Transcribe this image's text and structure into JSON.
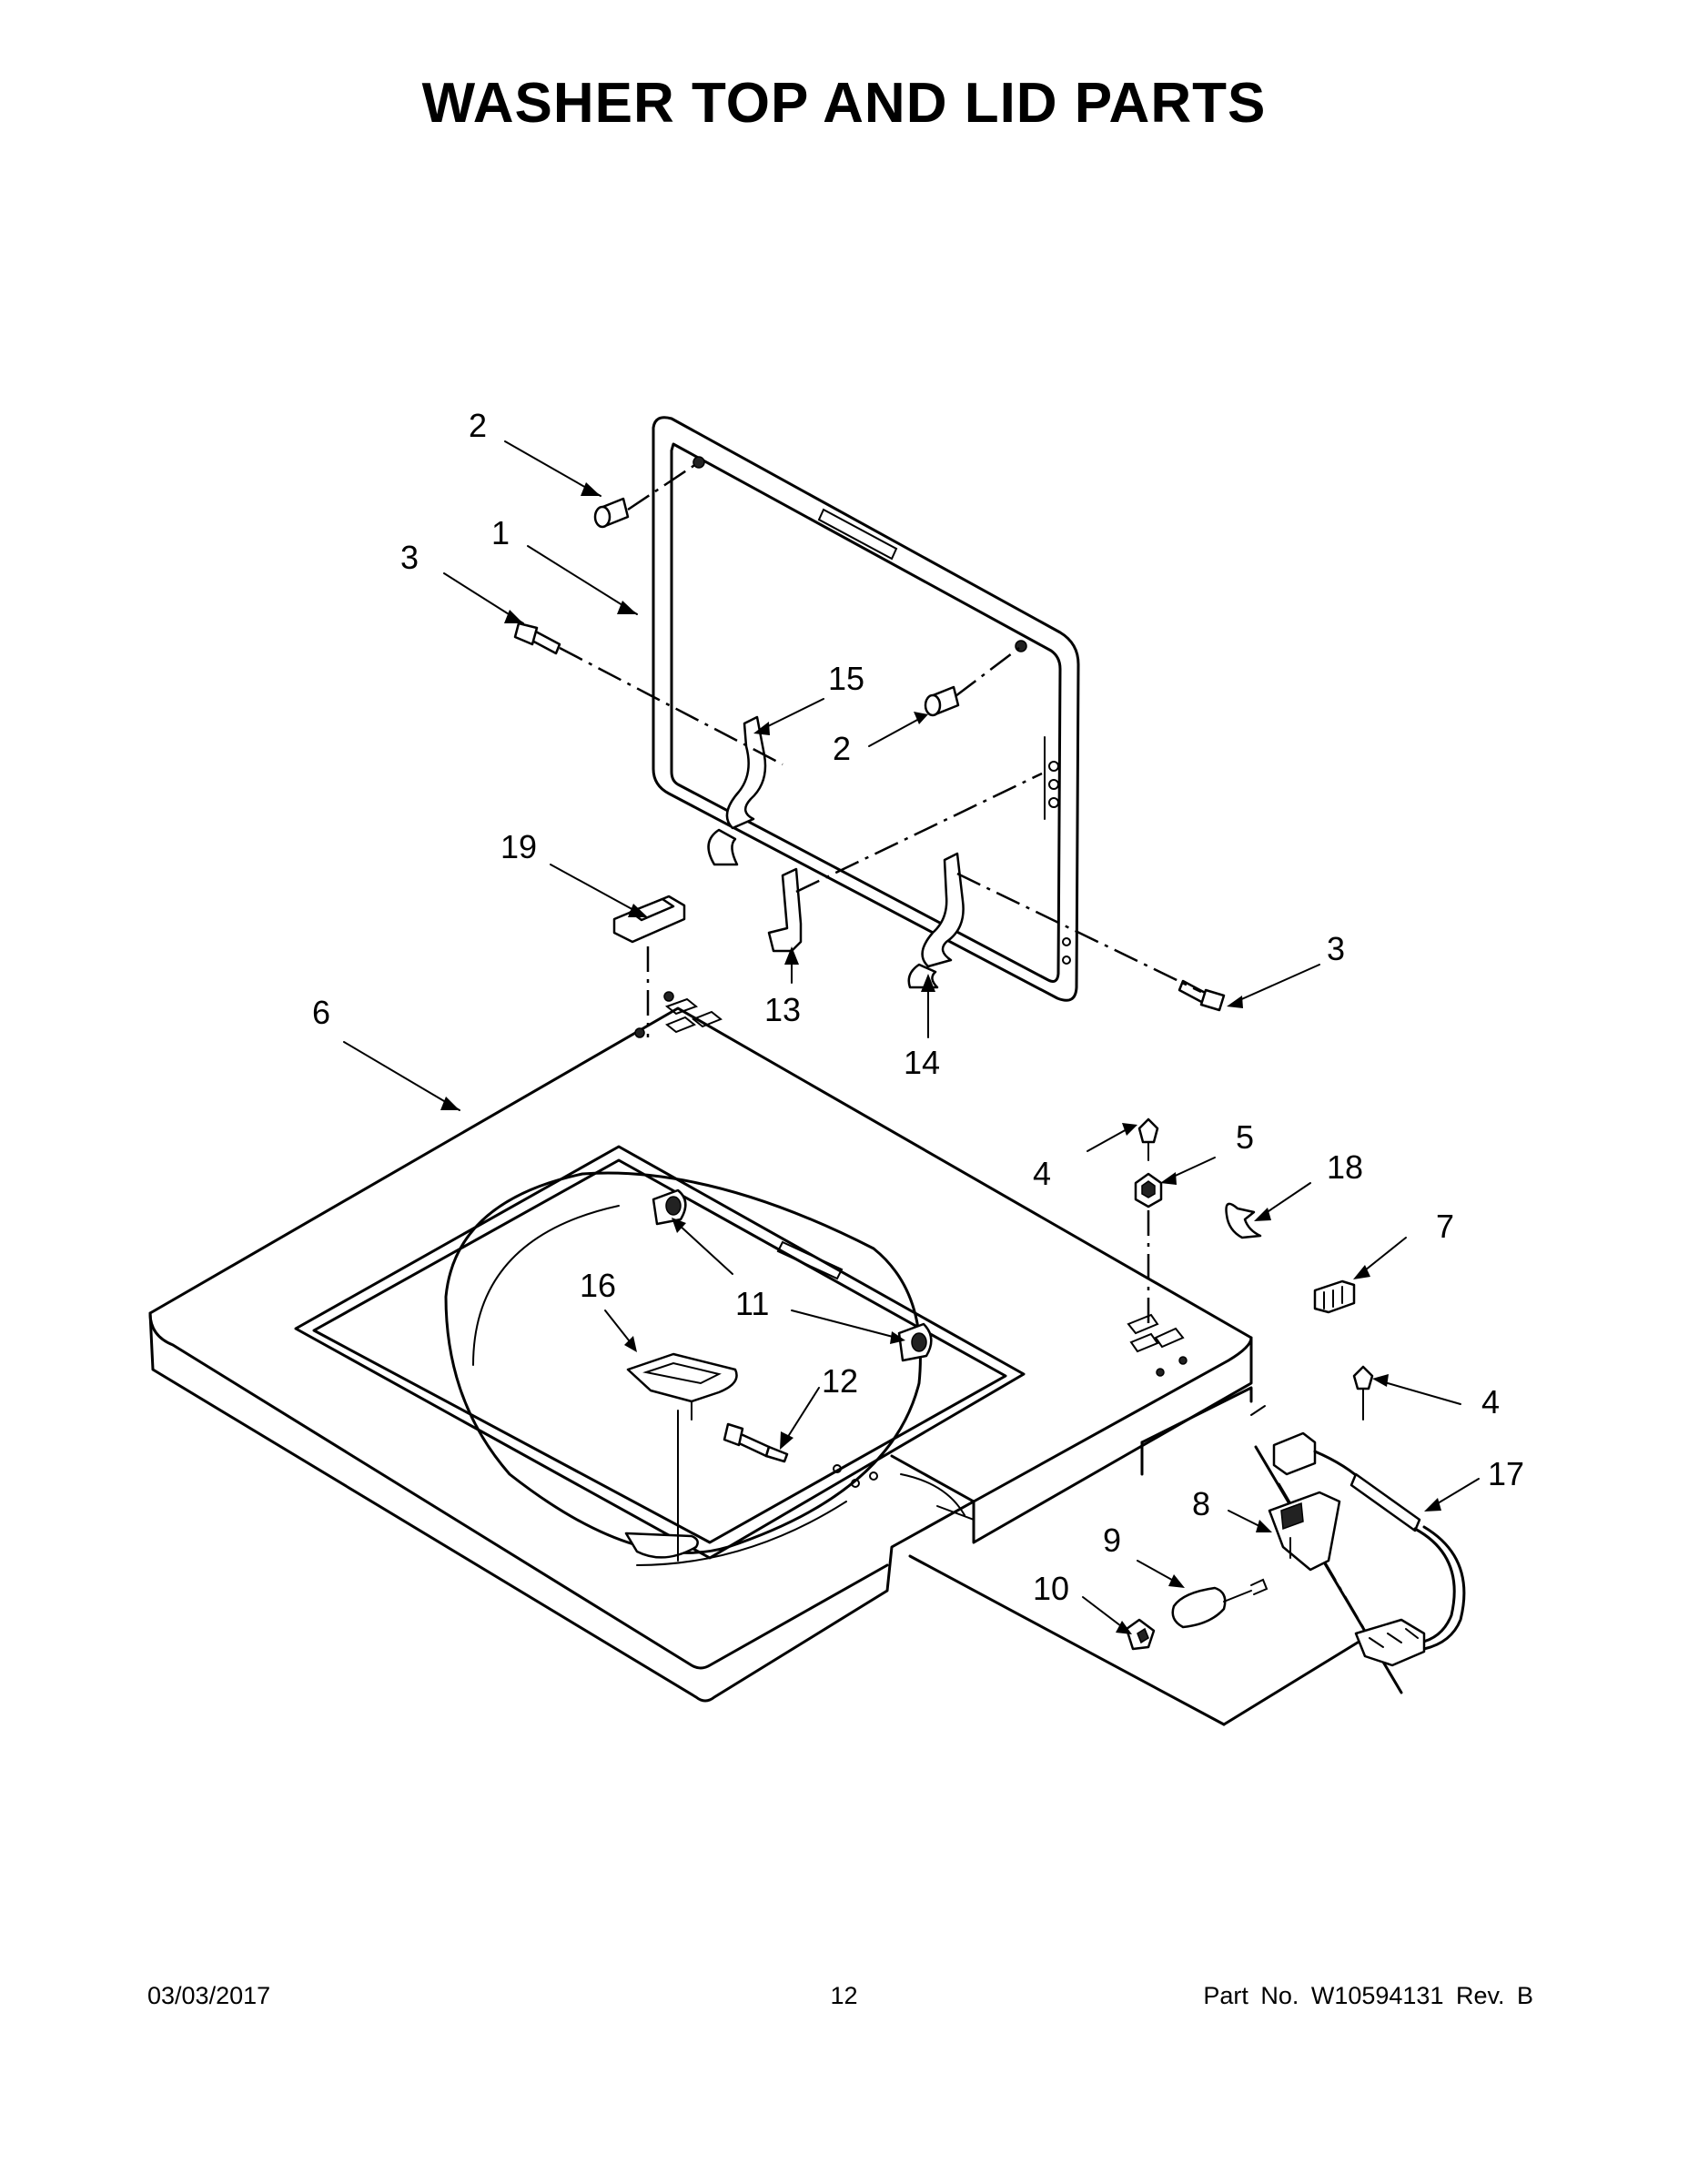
{
  "header": {
    "title": "WASHER TOP AND LID PARTS"
  },
  "callouts": {
    "c2a": "2",
    "c1": "1",
    "c3a": "3",
    "c15": "15",
    "c2b": "2",
    "c19": "19",
    "c13": "13",
    "c14": "14",
    "c3b": "3",
    "c6": "6",
    "c4a": "4",
    "c5": "5",
    "c18": "18",
    "c7": "7",
    "c16": "16",
    "c11": "11",
    "c12": "12",
    "c4b": "4",
    "c17": "17",
    "c8": "8",
    "c9": "9",
    "c10": "10"
  },
  "footer": {
    "date": "03/03/2017",
    "page": "12",
    "part_no": "Part No.  W10594131  Rev.  B"
  }
}
